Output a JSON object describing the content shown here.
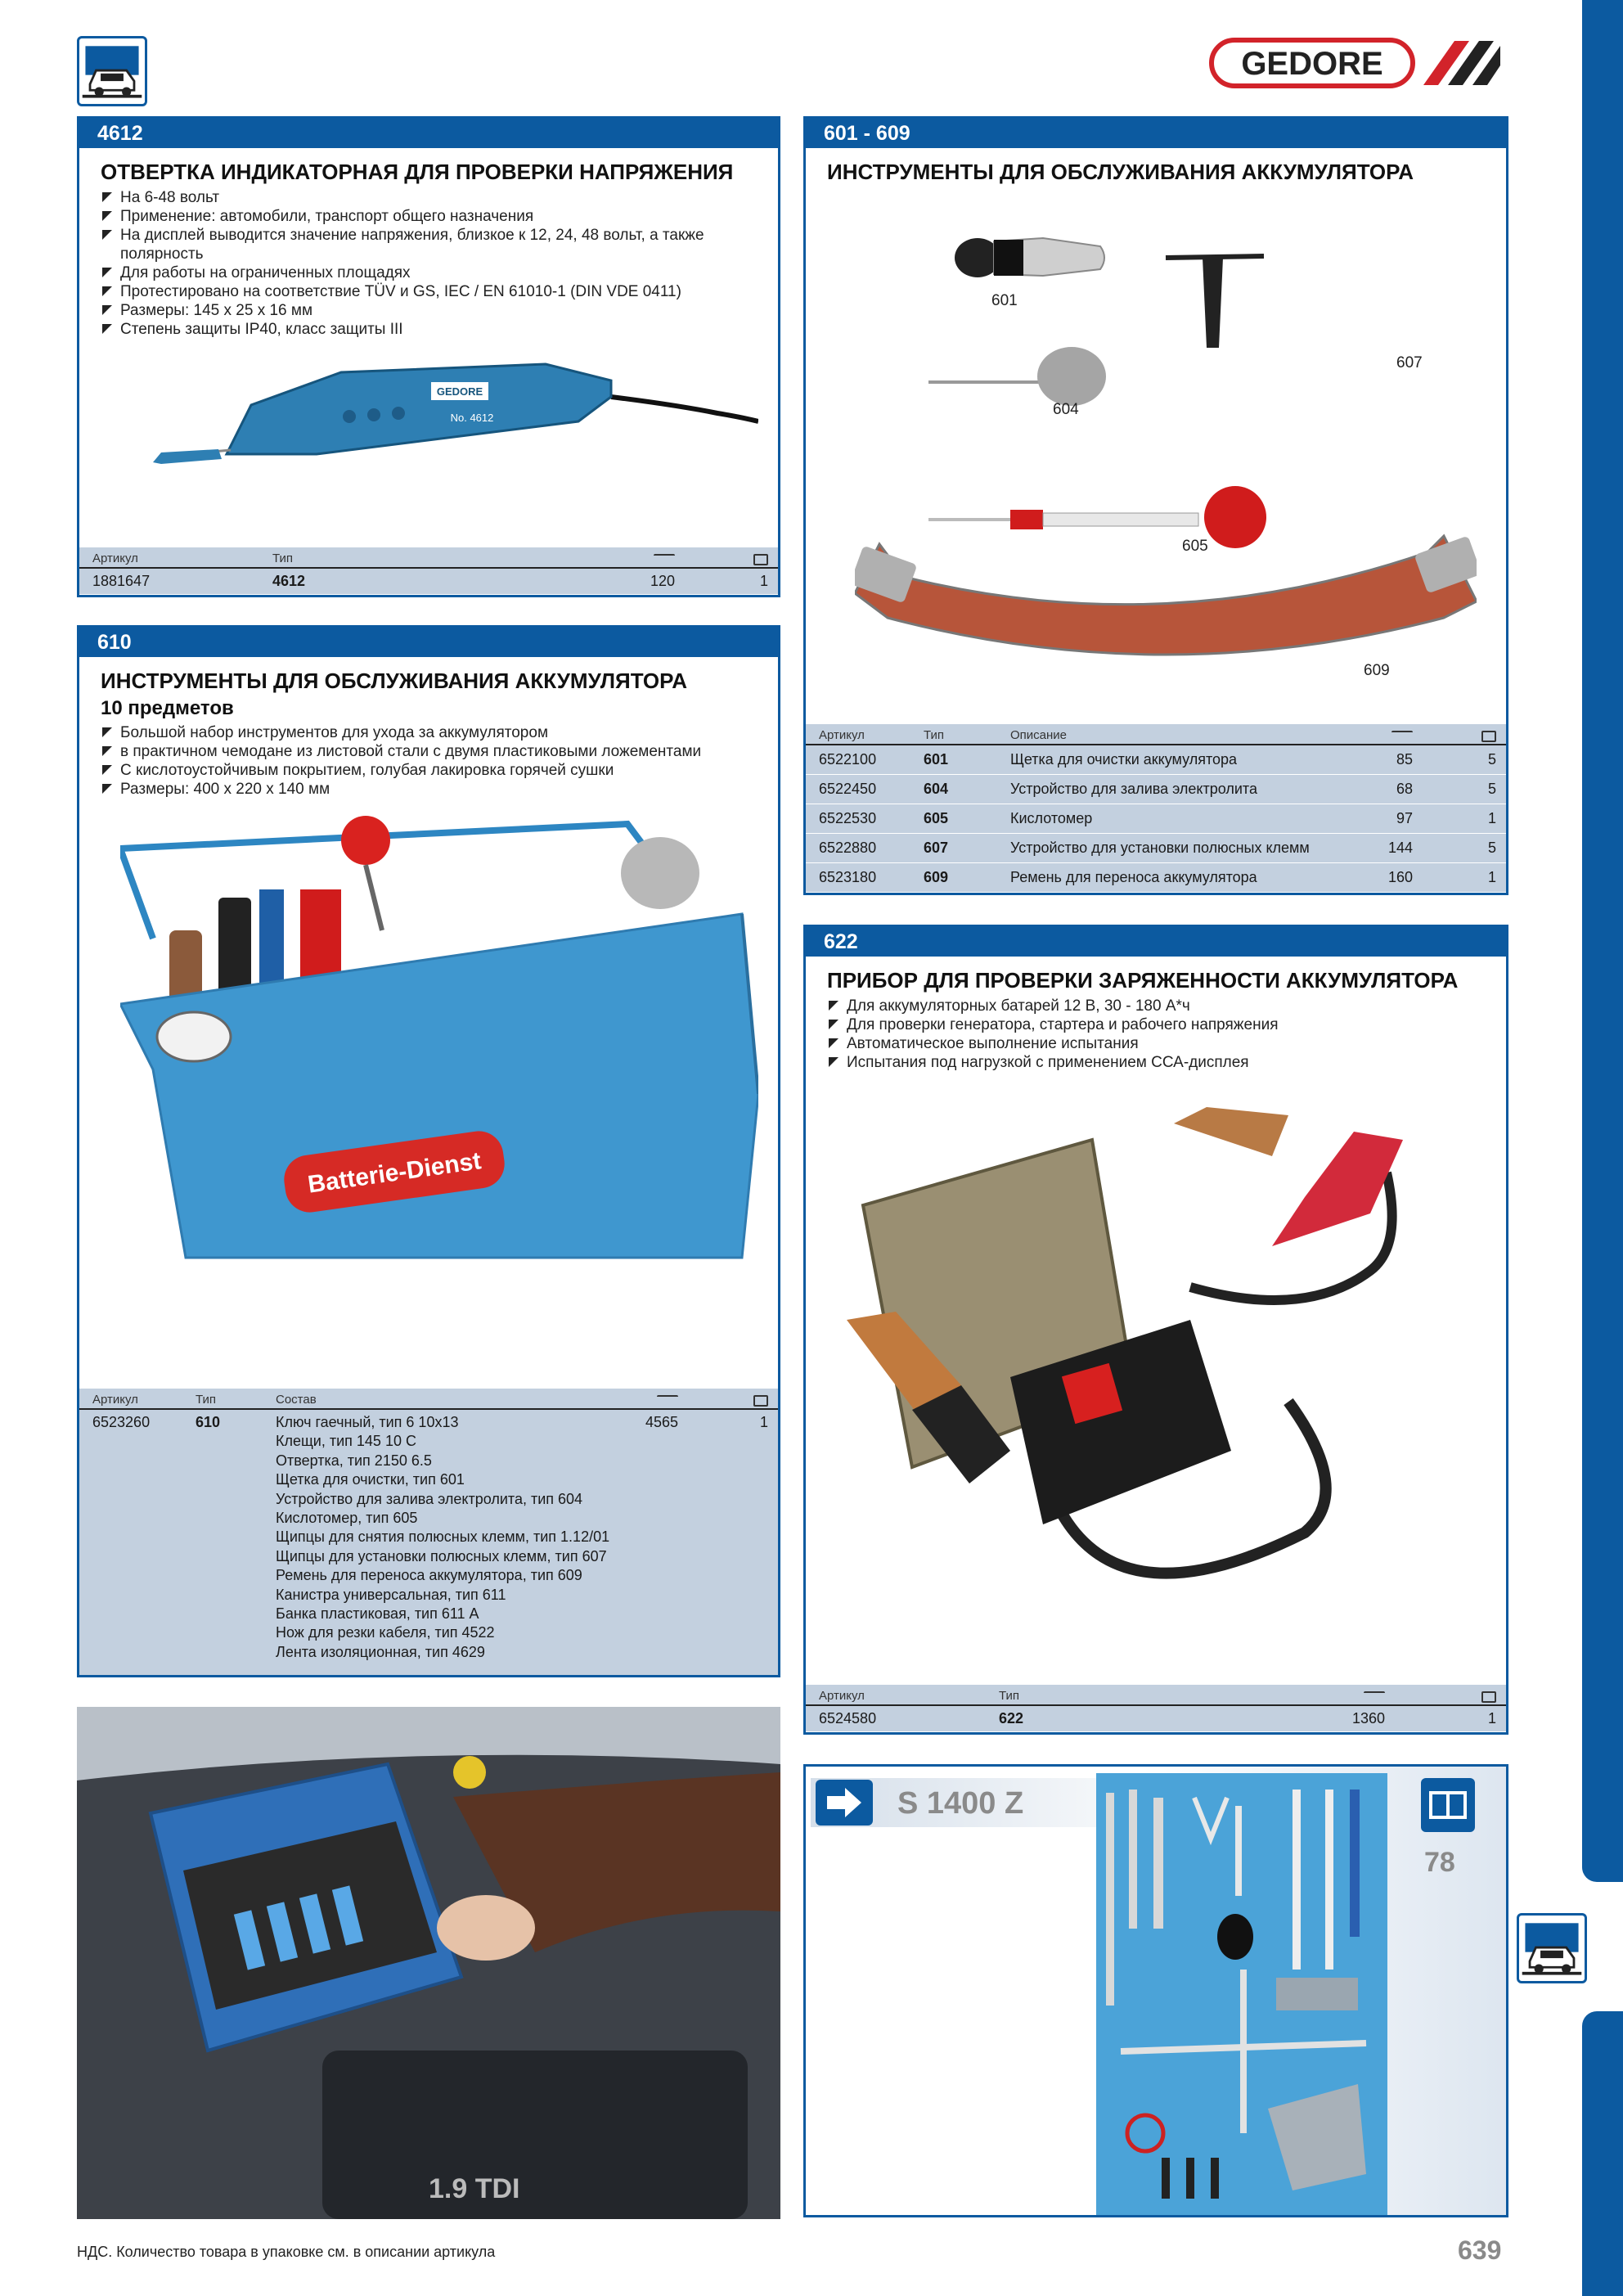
{
  "brand": "GEDORE",
  "panel_4612": {
    "code": "4612",
    "title": "ОТВЕРТКА ИНДИКАТОРНАЯ ДЛЯ ПРОВЕРКИ НАПРЯЖЕНИЯ",
    "bullets": [
      "На 6-48 вольт",
      "Применение: автомобили, транспорт общего назначения",
      "На дисплей выводится значение напряжения, близкое к 12, 24, 48 вольт, а также полярность",
      "Для работы на ограниченных площадях",
      "Протестировано на соответствие TÜV и GS, IEC / EN 61010-1 (DIN VDE 0411)",
      "Размеры: 145 x 25 x 16 мм",
      "Степень защиты IP40, класс защиты III"
    ],
    "product_label_1": "No. 4612",
    "table": {
      "headers": [
        "Артикул",
        "Тип"
      ],
      "rows": [
        [
          "1881647",
          "4612",
          "120",
          "1"
        ]
      ]
    }
  },
  "panel_610": {
    "code": "610",
    "title": "ИНСТРУМЕНТЫ ДЛЯ ОБСЛУЖИВАНИЯ АККУМУЛЯТОРА",
    "subtitle": "10 предметов",
    "bullets": [
      "Большой набор инструментов для ухода за аккумулятором",
      "в практичном чемодане из листовой стали с двумя пластиковыми ложементами",
      "С кислотоустойчивым покрытием, голубая лакировка горячей сушки",
      "Размеры: 400 x 220 x 140 мм"
    ],
    "box_label": "Batterie-Dienst",
    "table": {
      "headers": [
        "Артикул",
        "Тип",
        "Состав"
      ],
      "article": "6523260",
      "type": "610",
      "weight": "4565",
      "qty": "1",
      "contents": [
        "Ключ гаечный, тип 6 10x13",
        "Клещи, тип 145 10 С",
        "Отвертка, тип 2150 6.5",
        "Щетка для очистки, тип 601",
        "Устройство для залива электролита, тип 604",
        "Кислотомер, тип 605",
        "Щипцы для снятия полюсных клемм, тип 1.12/01",
        "Щипцы для установки полюсных клемм, тип 607",
        "Ремень для переноса аккумулятора, тип 609",
        "Канистра универсальная, тип 611",
        "Банка пластиковая, тип 611 А",
        "Нож для резки кабеля, тип 4522",
        "Лента изоляционная, тип 4629"
      ]
    }
  },
  "panel_601": {
    "code": "601 - 609",
    "title": "ИНСТРУМЕНТЫ ДЛЯ ОБСЛУЖИВАНИЯ АККУМУЛЯТОРА",
    "item_labels": {
      "a": "601",
      "b": "607",
      "c": "604",
      "d": "605",
      "e": "609"
    },
    "table": {
      "headers": [
        "Артикул",
        "Тип",
        "Описание"
      ],
      "rows": [
        [
          "6522100",
          "601",
          "Щетка для очистки аккумулятора",
          "85",
          "5"
        ],
        [
          "6522450",
          "604",
          "Устройство для залива электролита",
          "68",
          "5"
        ],
        [
          "6522530",
          "605",
          "Кислотомер",
          "97",
          "1"
        ],
        [
          "6522880",
          "607",
          "Устройство для установки полюсных клемм",
          "144",
          "5"
        ],
        [
          "6523180",
          "609",
          "Ремень для переноса аккумулятора",
          "160",
          "1"
        ]
      ]
    }
  },
  "panel_622": {
    "code": "622",
    "title": "ПРИБОР ДЛЯ ПРОВЕРКИ ЗАРЯЖЕННОСТИ АККУМУЛЯТОРА",
    "bullets": [
      "Для аккумуляторных батарей 12 В, 30 - 180 А*ч",
      "Для проверки генератора, стартера и рабочего напряжения",
      "Автоматическое выполнение испытания",
      "Испытания под нагрузкой с применением ССА-дисплея"
    ],
    "table": {
      "headers": [
        "Артикул",
        "Тип"
      ],
      "rows": [
        [
          "6524580",
          "622",
          "1360",
          "1"
        ]
      ]
    }
  },
  "panel_ref": {
    "set_name": "S 1400 Z",
    "page_ref": "78"
  },
  "footer": {
    "note": "НДС. Количество товара в упаковке см. в описании артикула",
    "page": "639"
  },
  "colors": {
    "accent": "#0c5aa0",
    "table_bg": "#c3d0df",
    "brand_red": "#d2232a"
  }
}
